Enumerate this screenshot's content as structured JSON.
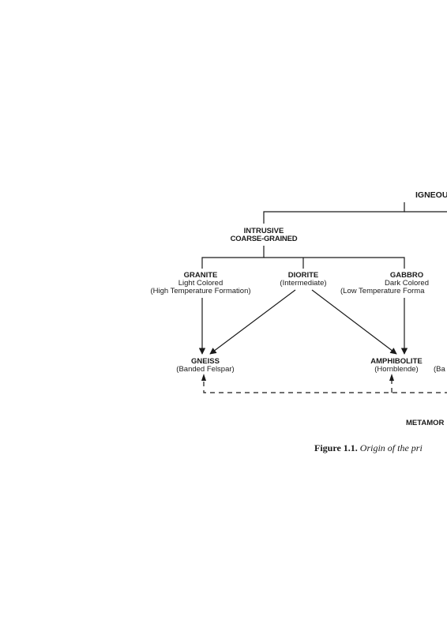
{
  "diagram": {
    "top_heading": "IGNEOU",
    "intrusive": {
      "line1": "INTRUSIVE",
      "line2": "COARSE-GRAINED"
    },
    "granite": {
      "name": "GRANITE",
      "line2": "Light Colored",
      "line3": "(High Temperature Formation)"
    },
    "diorite": {
      "name": "DIORITE",
      "line2": "(Intermediate)"
    },
    "gabbro": {
      "name": "GABBRO",
      "line2": "Dark Colored",
      "line3": "(Low Temperature Forma"
    },
    "gneiss": {
      "name": "GNEISS",
      "line2": "(Banded Felspar)"
    },
    "amphibolite": {
      "name": "AMPHIBOLITE",
      "line2": "(Hornblende)",
      "line2_cut": "(Ba"
    },
    "bottom_heading": "METAMOR"
  },
  "caption": {
    "label": "Figure 1.1.",
    "text": "Origin of the pri"
  },
  "colors": {
    "ink": "#1a1a1a",
    "background": "#ffffff"
  }
}
